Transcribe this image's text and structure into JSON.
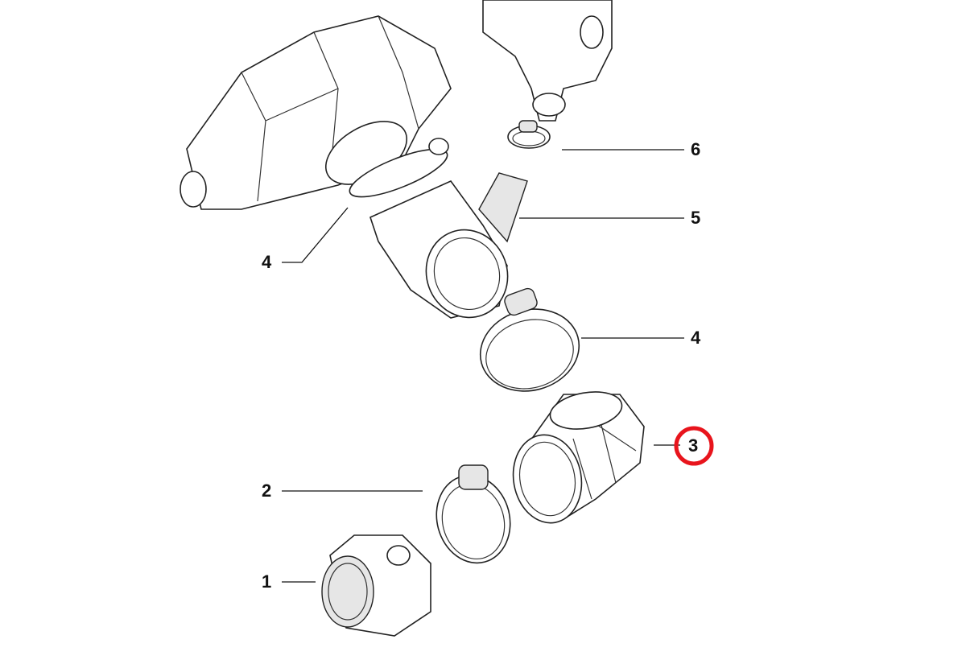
{
  "callouts": [
    {
      "number": "6",
      "part": "hose-clamp-small"
    },
    {
      "number": "5",
      "part": "intake-boot"
    },
    {
      "number": "4",
      "part": "hose-clamp-left"
    },
    {
      "number": "4",
      "part": "hose-clamp-right"
    },
    {
      "number": "3",
      "part": "intake-boot-lower",
      "highlighted": true
    },
    {
      "number": "2",
      "part": "hose-clamp-lower"
    },
    {
      "number": "1",
      "part": "air-mass-meter"
    }
  ],
  "colors": {
    "highlight": "#e8141c",
    "line": "#222222"
  }
}
